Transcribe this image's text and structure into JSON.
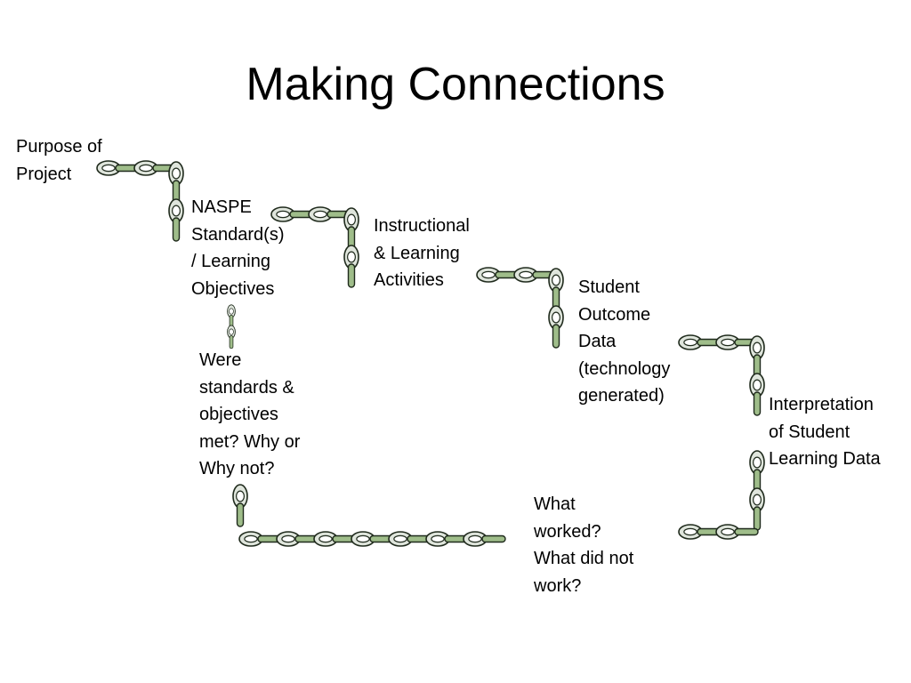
{
  "slide": {
    "title": "Making Connections"
  },
  "labels": {
    "purpose": "Purpose of\nProject",
    "naspe": "NASPE\nStandard(s)\n/ Learning\nObjectives",
    "instructional": "Instructional\n& Learning\nActivities",
    "student_outcome": "Student\nOutcome\nData\n(technology\ngenerated)",
    "interpretation": "Interpretation\nof Student\nLearning Data",
    "what_worked": "What\nworked?\nWhat did not\nwork?",
    "were_standards": "Were\nstandards &\nobjectives\nmet?  Why or\nWhy not?"
  },
  "colors": {
    "link_fill": "#dfe5dc",
    "link_inner_fill": "#ffffff",
    "link_side_fill": "#9fbd8a",
    "link_stroke": "#1f2a1c"
  },
  "icons": {
    "connector": "chain-link-icon"
  }
}
